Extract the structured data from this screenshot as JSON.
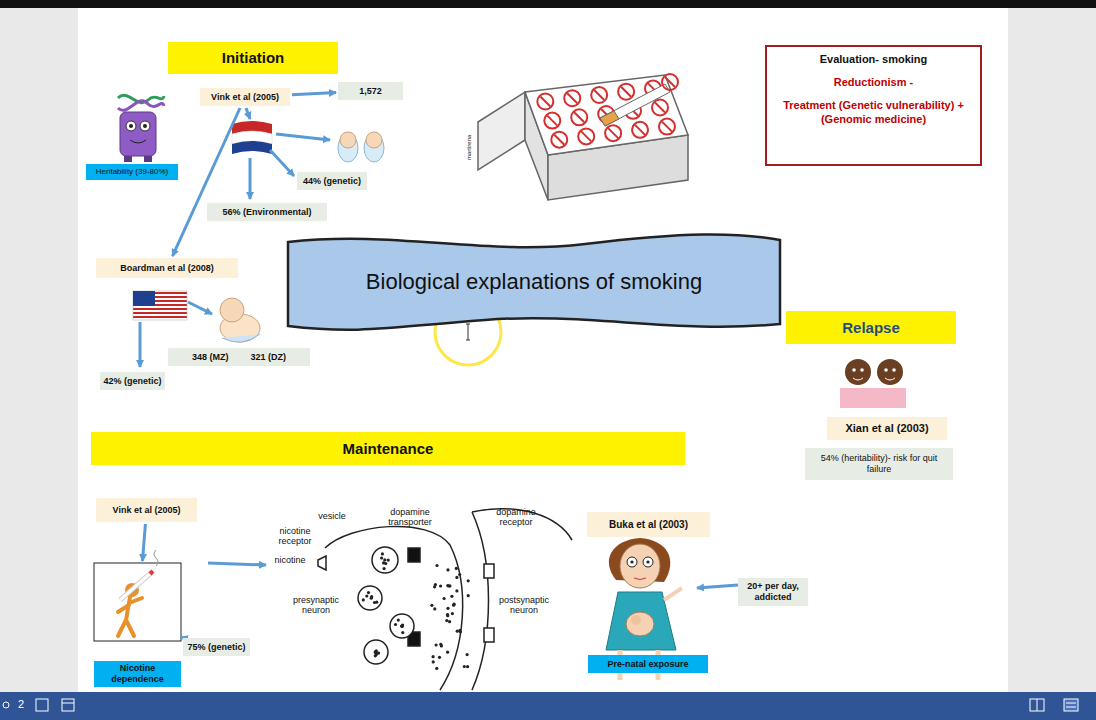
{
  "diagram": {
    "nodes": [
      {
        "text": [
          "Initiation"
        ]
      },
      {
        "text": [
          "Vink et al (2005)"
        ]
      },
      {
        "text": [
          "1,572"
        ]
      },
      {
        "text": [
          "Heritability (39-80%)"
        ]
      },
      {
        "text": [
          "44% (genetic)"
        ]
      },
      {
        "text": [
          "56% (Environmental)"
        ]
      },
      {
        "text": [
          "Boardman et al (2008)"
        ]
      },
      {
        "text": [
          "348 (MZ)",
          "321 (DZ)"
        ]
      },
      {
        "text": [
          "42% (genetic)"
        ]
      },
      {
        "text": [
          "Evaluation- smoking",
          "Reductionism -",
          "Treatment (Genetic vulnerability) + (Genomic medicine)"
        ]
      },
      {
        "text": [
          "Biological explanations of smoking"
        ]
      },
      {
        "text": [
          "Relapse"
        ]
      },
      {
        "text": [
          "Xian et al (2003)"
        ]
      },
      {
        "text": [
          "54% (heritability)- risk for quit failure"
        ]
      },
      {
        "text": [
          "Maintenance"
        ]
      },
      {
        "text": [
          "Vink et al (2005)"
        ]
      },
      {
        "text": [
          "Nicotine dependence"
        ]
      },
      {
        "text": [
          "75% (genetic)"
        ]
      },
      {
        "text": [
          "Buka et al (2003)"
        ]
      },
      {
        "text": [
          "Pre-natal exposure"
        ]
      },
      {
        "text": [
          "20+ per day, addicted"
        ]
      }
    ],
    "edges": [
      {
        "from": 1,
        "to": 2,
        "arrow": "to"
      },
      {
        "from": 1,
        "to": 6,
        "arrow": "to"
      },
      {
        "from": 15,
        "to": 16,
        "arrow": "to"
      },
      {
        "from": 16,
        "to": 17,
        "arrow": "to"
      }
    ],
    "labels": [
      "vesicle",
      "dopamine transporter",
      "dopamine receptor",
      "nicotine receptor",
      "nicotine",
      "presynaptic neuron",
      "postsynaptic neuron",
      "martirena",
      "2"
    ]
  }
}
